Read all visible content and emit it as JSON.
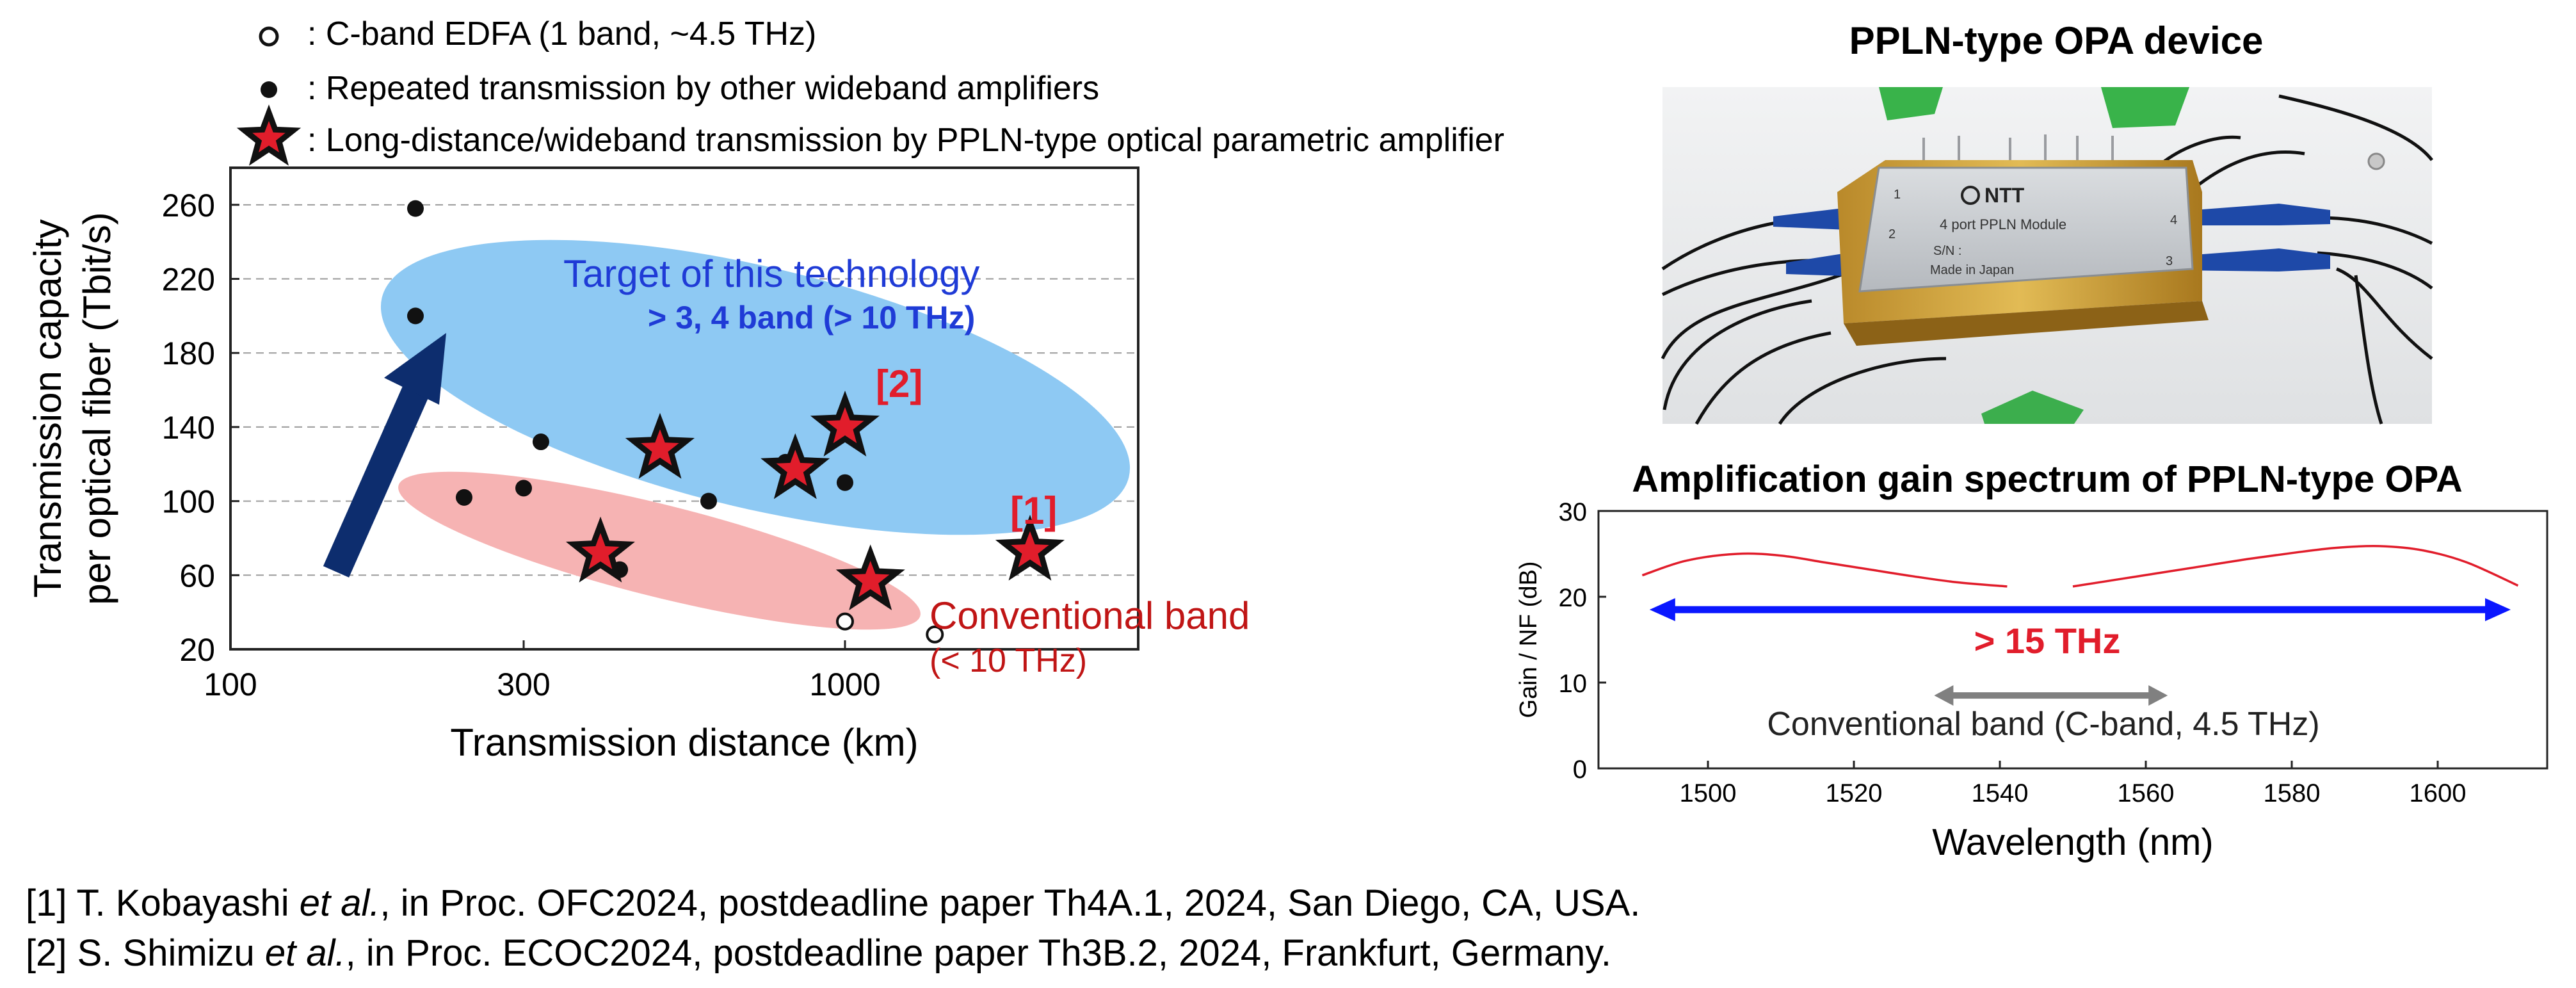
{
  "legend": {
    "open_circle": ": C-band EDFA (1 band, ~4.5 THz)",
    "filled_circle": ": Repeated transmission by other wideband amplifiers",
    "star": ": Long-distance/wideband transmission by PPLN-type optical parametric amplifier"
  },
  "device_title": "PPLN-type OPA device",
  "device_photo": {
    "label_brand": "NTT",
    "label_model": "4 port PPLN Module",
    "label_sn": "S/N :",
    "label_origin": "Made in Japan",
    "port_1": "1",
    "port_2": "2",
    "port_3": "3",
    "port_4": "4"
  },
  "chart_data": [
    {
      "type": "scatter",
      "xlabel": "Transmission distance (km)",
      "ylabel_line1": "Transmission capacity",
      "ylabel_line2": "per optical fiber (Tbit/s)",
      "xscale": "log",
      "xlim": [
        100,
        3000
      ],
      "ylim": [
        20,
        280
      ],
      "xticks": [
        100,
        300,
        1000
      ],
      "xtick_labels": [
        "100",
        "300",
        "1000"
      ],
      "yticks": [
        20,
        60,
        100,
        140,
        180,
        220,
        260
      ],
      "ytick_labels": [
        "20",
        "60",
        "100",
        "140",
        "180",
        "220",
        "260"
      ],
      "grid": "horizontal dashed",
      "series": [
        {
          "marker": "open-circle",
          "points": [
            [
              1000,
              35
            ],
            [
              1400,
              28
            ]
          ]
        },
        {
          "marker": "filled-circle",
          "points": [
            [
              200,
              258
            ],
            [
              200,
              200
            ],
            [
              240,
              102
            ],
            [
              300,
              107
            ],
            [
              320,
              132
            ],
            [
              430,
              63
            ],
            [
              600,
              100
            ],
            [
              800,
              121
            ],
            [
              1000,
              110
            ]
          ]
        },
        {
          "marker": "star",
          "points": [
            [
              400,
              72
            ],
            [
              500,
              128
            ],
            [
              830,
              117
            ],
            [
              1000,
              140
            ],
            [
              1100,
              57
            ],
            [
              2000,
              73
            ]
          ]
        }
      ],
      "annotations": {
        "target_line1": "Target of this technology",
        "target_line2": "> 3, 4 band (> 10 THz)",
        "ref2": "[2]",
        "ref1": "[1]",
        "conventional_line1": "Conventional band",
        "conventional_line2": "(< 10 THz)"
      },
      "colors": {
        "target_ellipse": "#8ec9f3",
        "conventional_ellipse": "#f6b3b3",
        "arrow": "#0d2d6e",
        "star_fill": "#e11d2b",
        "annotation_red": "#e11d2b",
        "target_blue": "#1f3bd6"
      }
    },
    {
      "type": "line",
      "title": "Amplification gain spectrum of PPLN-type OPA",
      "xlabel": "Wavelength (nm)",
      "ylabel": "Gain / NF (dB)",
      "xlim": [
        1485,
        1615
      ],
      "ylim": [
        0,
        30
      ],
      "xticks": [
        1500,
        1520,
        1540,
        1560,
        1580,
        1600
      ],
      "xtick_labels": [
        "1500",
        "1520",
        "1540",
        "1560",
        "1580",
        "1600"
      ],
      "yticks": [
        0,
        10,
        20,
        30
      ],
      "ytick_labels": [
        "0",
        "10",
        "20",
        "30"
      ],
      "series": [
        {
          "color": "#e11d2b",
          "x": [
            1491,
            1497,
            1504,
            1510,
            1516,
            1522,
            1528,
            1534,
            1541
          ],
          "y": [
            22.5,
            24.2,
            25.0,
            24.8,
            24.0,
            23.2,
            22.4,
            21.7,
            21.2
          ]
        },
        {
          "color": "#e11d2b",
          "x": [
            1550,
            1556,
            1562,
            1568,
            1574,
            1580,
            1586,
            1592,
            1598,
            1604,
            1611
          ],
          "y": [
            21.2,
            22.0,
            22.8,
            23.6,
            24.4,
            25.1,
            25.7,
            25.9,
            25.4,
            24.0,
            21.3
          ]
        }
      ],
      "arrows": [
        {
          "label": "> 15 THz",
          "x": [
            1492,
            1610
          ],
          "y": 18.5,
          "color": "#0a17ff"
        },
        {
          "label": "Conventional band (C-band, 4.5 THz)",
          "x": [
            1531,
            1563
          ],
          "y": 8.5,
          "color": "#808080"
        }
      ]
    }
  ],
  "references": {
    "ref1": {
      "before": "[1] T. Kobayashi ",
      "etal": "et al.",
      "after": ", in Proc. OFC2024, postdeadline paper Th4A.1, 2024, San Diego, CA, USA."
    },
    "ref2": {
      "before": "[2] S. Shimizu ",
      "etal": "et al.",
      "after": ", in Proc. ECOC2024, postdeadline paper Th3B.2, 2024, Frankfurt, Germany."
    }
  }
}
